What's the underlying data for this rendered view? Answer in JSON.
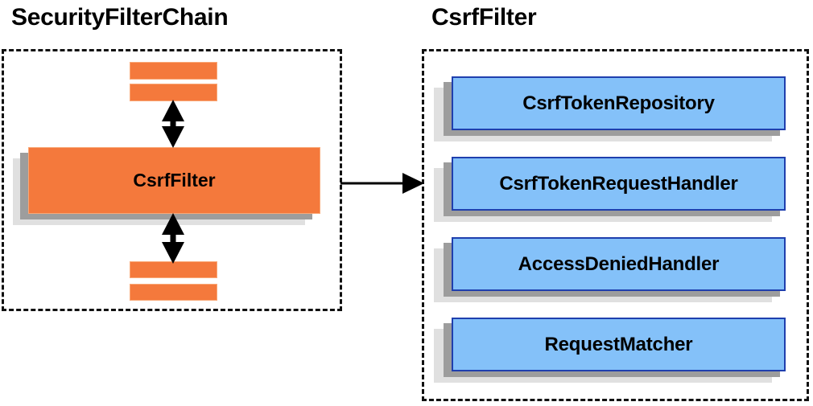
{
  "diagram": {
    "title_left": "SecurityFilterChain",
    "title_right": "CsrfFilter",
    "left_panel": {
      "filter_box_label": "CsrfFilter",
      "top_bars": [
        "filter-bar-top-1",
        "filter-bar-top-2"
      ],
      "bottom_bars": [
        "filter-bar-bottom-1",
        "filter-bar-bottom-2"
      ],
      "arrow_up_label": "bidirectional-arrow-above-csrffilter",
      "arrow_down_label": "bidirectional-arrow-below-csrffilter"
    },
    "right_panel": {
      "components": [
        {
          "label": "CsrfTokenRepository"
        },
        {
          "label": "CsrfTokenRequestHandler"
        },
        {
          "label": "AccessDeniedHandler"
        },
        {
          "label": "RequestMatcher"
        }
      ]
    },
    "connector": {
      "label": "arrow-securityfilterchain-to-csrffilter"
    },
    "colors": {
      "orange_fill": "#f4793c",
      "orange_border": "#f9a877",
      "blue_fill": "#84c1f9",
      "blue_border": "#1f3fae",
      "shadow_outer": "#e0e0e0",
      "shadow_inner": "#9d9d9d",
      "dashed_border": "#111111",
      "text": "#000000",
      "background": "#ffffff"
    }
  }
}
